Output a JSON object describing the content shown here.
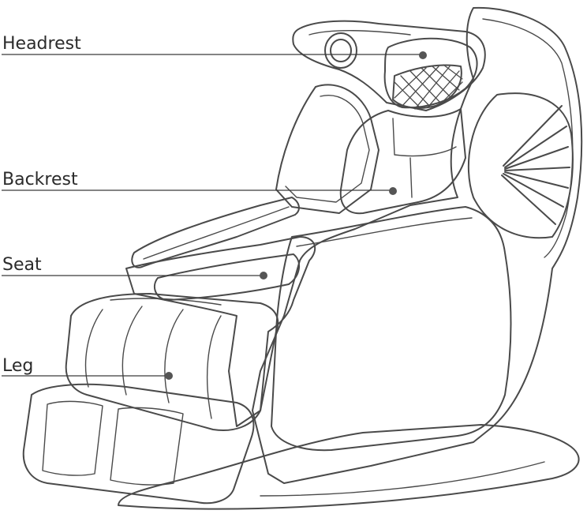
{
  "labels": {
    "headrest": "Headrest",
    "backrest": "Backrest",
    "seat": "Seat",
    "leg": "Leg"
  },
  "colors": {
    "line": "#4a4a4a",
    "text": "#2b2b2b",
    "dot": "#555555"
  }
}
